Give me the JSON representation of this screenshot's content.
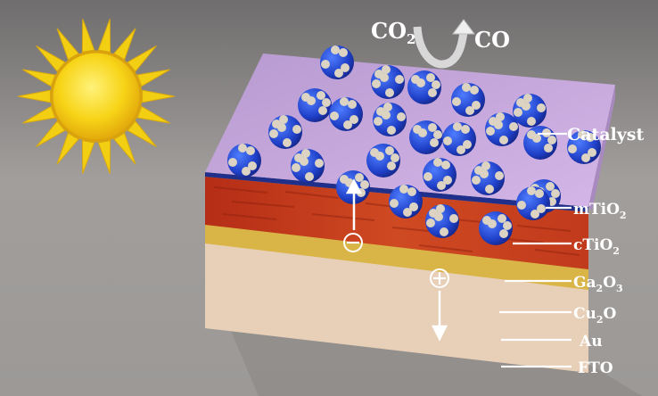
{
  "reaction": {
    "reactant_main": "CO",
    "reactant_sub": "2",
    "product": "CO"
  },
  "labels": {
    "catalyst": "Catalyst",
    "mtio2_main": "mTiO",
    "mtio2_sub": "2",
    "ctio2_main": "cTiO",
    "ctio2_sub": "2",
    "ga2o3_a": "Ga",
    "ga2o3_b": "2",
    "ga2o3_c": "O",
    "ga2o3_d": "3",
    "cu2o_a": "Cu",
    "cu2o_b": "2",
    "cu2o_c": "O",
    "au": "Au",
    "fto": "FTO"
  },
  "charges": {
    "electron": "−",
    "hole": "+"
  },
  "colors": {
    "sun": "#f4d21c",
    "catalyst_layer": "#c6a8dc",
    "tio2_layer": "#c43a1e",
    "ga2o3_layer": "#1f2f8a",
    "au_layer": "#d8b54a",
    "fto_layer": "#e6ccb6",
    "particle": "#2a4fd8",
    "particle_dot": "#d9d2c4"
  }
}
